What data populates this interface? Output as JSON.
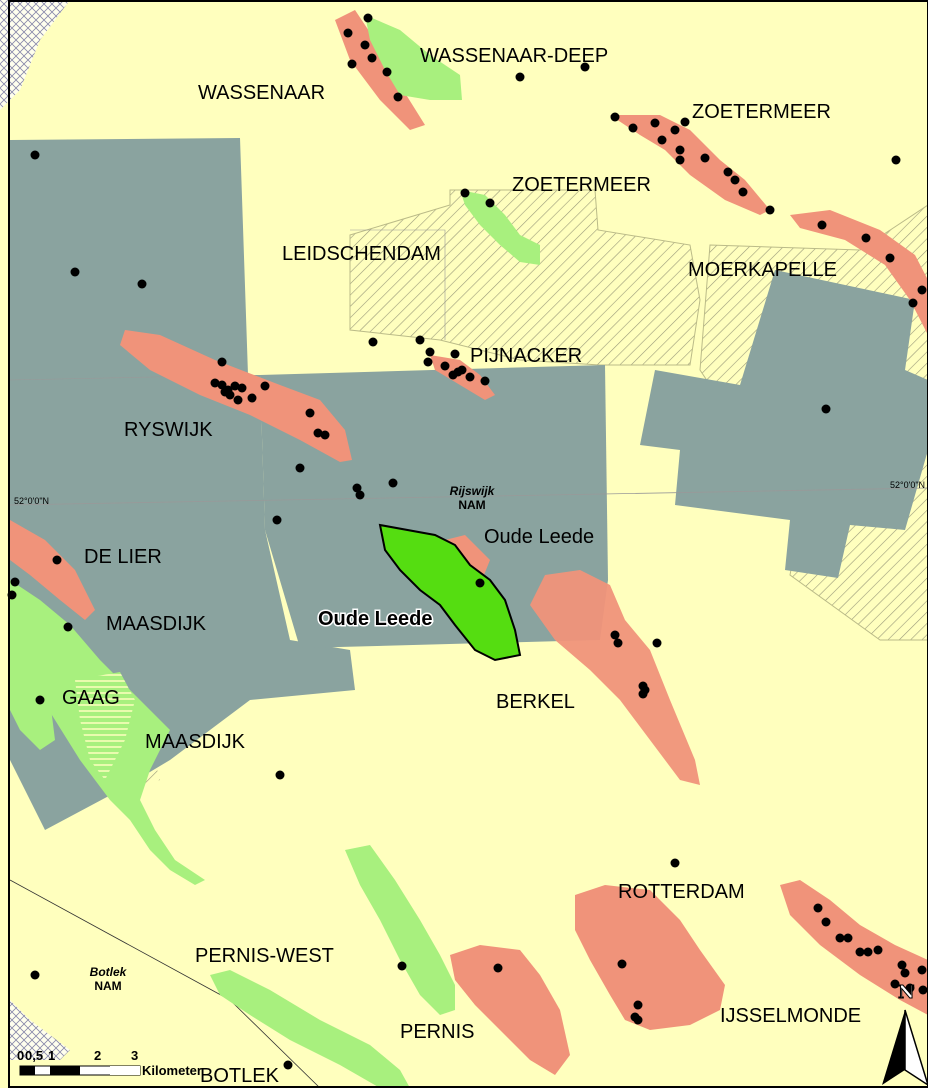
{
  "fields": [
    {
      "id": "wassenaar",
      "label": "WASSENAAR",
      "kind": "gas"
    },
    {
      "id": "wassenaar-deep",
      "label": "WASSENAAR-DEEP",
      "kind": "gas"
    },
    {
      "id": "zoetermeer-1",
      "label": "ZOETERMEER",
      "kind": "gas"
    },
    {
      "id": "zoetermeer-2",
      "label": "ZOETERMEER",
      "kind": "oil"
    },
    {
      "id": "leidschendam",
      "label": "LEIDSCHENDAM",
      "kind": "license"
    },
    {
      "id": "moerkapelle",
      "label": "MOERKAPELLE",
      "kind": "gas"
    },
    {
      "id": "pijnacker",
      "label": "PIJNACKER",
      "kind": "gas"
    },
    {
      "id": "ryswijk",
      "label": "RYSWIJK",
      "kind": "gas"
    },
    {
      "id": "de-lier",
      "label": "DE LIER",
      "kind": "gas"
    },
    {
      "id": "maasdijk-1",
      "label": "MAASDIJK",
      "kind": "oil"
    },
    {
      "id": "gaag",
      "label": "GAAG",
      "kind": "oil"
    },
    {
      "id": "maasdijk-2",
      "label": "MAASDIJK",
      "kind": "oil"
    },
    {
      "id": "oude-leede-gas",
      "label": "Oude Leede",
      "kind": "gas"
    },
    {
      "id": "oude-leede-main",
      "label": "Oude Leede",
      "kind": "highlight"
    },
    {
      "id": "berkel",
      "label": "BERKEL",
      "kind": "gas"
    },
    {
      "id": "rotterdam",
      "label": "ROTTERDAM",
      "kind": "gas"
    },
    {
      "id": "pernis-west",
      "label": "PERNIS-WEST",
      "kind": "oil"
    },
    {
      "id": "pernis",
      "label": "PERNIS",
      "kind": "gas"
    },
    {
      "id": "ijsselmonde",
      "label": "IJSSELMONDE",
      "kind": "gas"
    },
    {
      "id": "botlek",
      "label": "BOTLEK",
      "kind": "oil"
    }
  ],
  "licenses": [
    {
      "id": "rijswijk",
      "name": "Rijswijk",
      "operator": "NAM"
    },
    {
      "id": "botlek",
      "name": "Botlek",
      "operator": "NAM"
    }
  ],
  "graticule": {
    "left_label": "52°0'0\"N",
    "right_label": "52°0'0\"N"
  },
  "scale_bar": {
    "ticks": [
      "0",
      "0,5",
      "1",
      "2",
      "3"
    ],
    "unit": "Kilometer"
  },
  "north_arrow": {
    "label": "N"
  },
  "colors": {
    "background": "#ffffbe",
    "license_area": "#8aa39f",
    "gas_field": "#f0937a",
    "oil_field": "#a8f07e",
    "highlight_field": "#55dd11",
    "well": "#000000"
  }
}
